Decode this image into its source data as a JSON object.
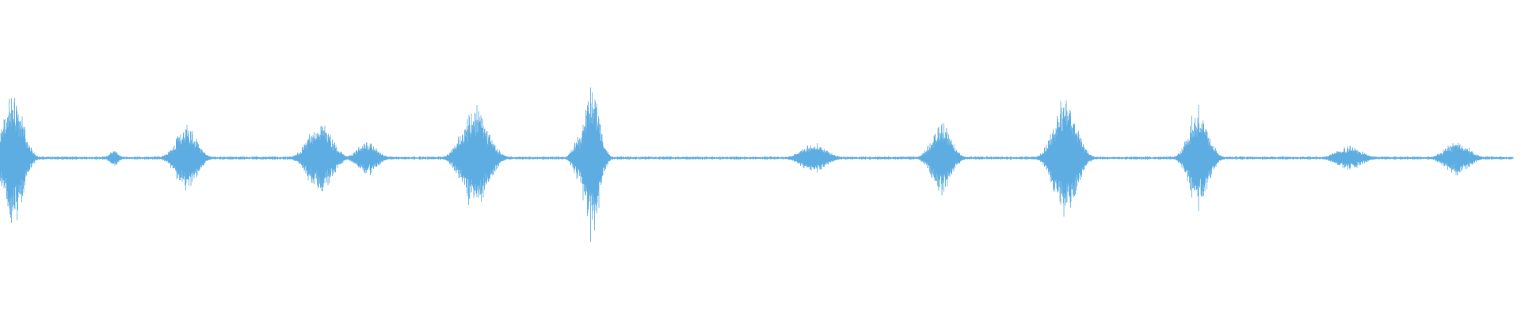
{
  "waveform": {
    "color": "#5dade2",
    "background": "#ffffff",
    "bursts": [
      {
        "center": 0.0087,
        "width": 0.013,
        "amplitude": 0.55
      },
      {
        "center": 0.075,
        "width": 0.006,
        "amplitude": 0.07
      },
      {
        "center": 0.1225,
        "width": 0.014,
        "amplitude": 0.28
      },
      {
        "center": 0.2105,
        "width": 0.016,
        "amplitude": 0.3
      },
      {
        "center": 0.2415,
        "width": 0.013,
        "amplitude": 0.14
      },
      {
        "center": 0.3125,
        "width": 0.017,
        "amplitude": 0.44
      },
      {
        "center": 0.38,
        "width": 0.007,
        "amplitude": 0.18
      },
      {
        "center": 0.389,
        "width": 0.01,
        "amplitude": 0.67
      },
      {
        "center": 0.535,
        "width": 0.017,
        "amplitude": 0.12
      },
      {
        "center": 0.619,
        "width": 0.013,
        "amplitude": 0.3
      },
      {
        "center": 0.7005,
        "width": 0.015,
        "amplitude": 0.52
      },
      {
        "center": 0.788,
        "width": 0.013,
        "amplitude": 0.42
      },
      {
        "center": 0.887,
        "width": 0.017,
        "amplitude": 0.1
      },
      {
        "center": 0.958,
        "width": 0.016,
        "amplitude": 0.14
      }
    ],
    "noise_floor": 0.01,
    "end_fraction": 0.995
  }
}
